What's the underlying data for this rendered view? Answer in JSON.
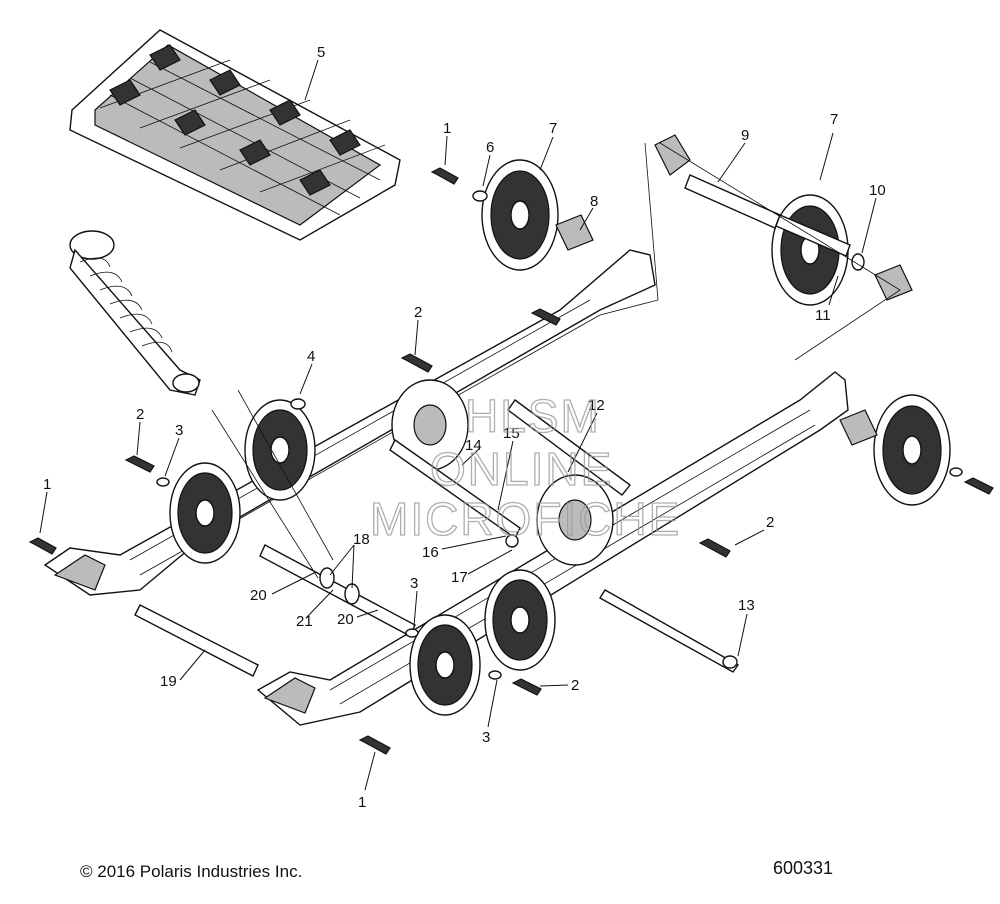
{
  "callouts": [
    {
      "id": "c5",
      "label": "5"
    },
    {
      "id": "c1a",
      "label": "1"
    },
    {
      "id": "c6",
      "label": "6"
    },
    {
      "id": "c7a",
      "label": "7"
    },
    {
      "id": "c8",
      "label": "8"
    },
    {
      "id": "c9",
      "label": "9"
    },
    {
      "id": "c7b",
      "label": "7"
    },
    {
      "id": "c10",
      "label": "10"
    },
    {
      "id": "c11",
      "label": "11"
    },
    {
      "id": "c2a",
      "label": "2"
    },
    {
      "id": "c4",
      "label": "4"
    },
    {
      "id": "c2b",
      "label": "2"
    },
    {
      "id": "c3a",
      "label": "3"
    },
    {
      "id": "c12",
      "label": "12"
    },
    {
      "id": "c14",
      "label": "14"
    },
    {
      "id": "c15",
      "label": "15"
    },
    {
      "id": "c1b",
      "label": "1"
    },
    {
      "id": "c18",
      "label": "18"
    },
    {
      "id": "c2c",
      "label": "2"
    },
    {
      "id": "c16",
      "label": "16"
    },
    {
      "id": "c17",
      "label": "17"
    },
    {
      "id": "c20a",
      "label": "20"
    },
    {
      "id": "c3b",
      "label": "3"
    },
    {
      "id": "c21",
      "label": "21"
    },
    {
      "id": "c20b",
      "label": "20"
    },
    {
      "id": "c13",
      "label": "13"
    },
    {
      "id": "c19",
      "label": "19"
    },
    {
      "id": "c2d",
      "label": "2"
    },
    {
      "id": "c3c",
      "label": "3"
    },
    {
      "id": "c1c",
      "label": "1"
    }
  ],
  "watermark": [
    "HLSM",
    "ONLINE",
    "MICROFICHE"
  ],
  "footer": {
    "copyright": "© 2016 Polaris Industries Inc.",
    "diagram_number": "600331"
  }
}
